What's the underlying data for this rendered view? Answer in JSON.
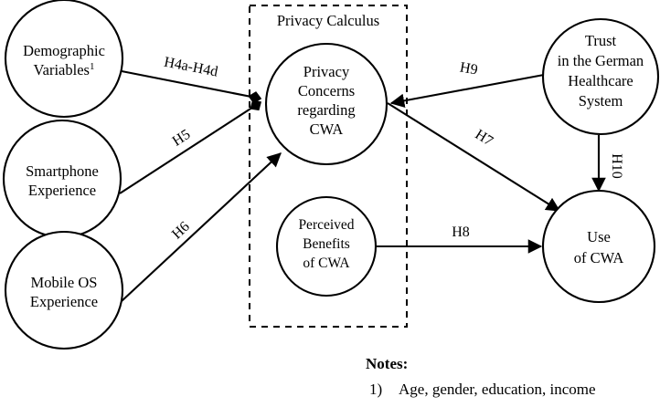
{
  "diagram": {
    "title_group": "Privacy Calculus",
    "nodes": [
      {
        "id": "demographic",
        "label_lines": [
          "Demographic",
          "Variables"
        ],
        "superscript": "1"
      },
      {
        "id": "smartphone",
        "label_lines": [
          "Smartphone",
          "Experience"
        ],
        "superscript": ""
      },
      {
        "id": "mobile_os",
        "label_lines": [
          "Mobile OS",
          "Experience"
        ],
        "superscript": ""
      },
      {
        "id": "privacy_concerns",
        "label_lines": [
          "Privacy",
          "Concerns",
          "regarding",
          "CWA"
        ],
        "superscript": ""
      },
      {
        "id": "perceived_benefits",
        "label_lines": [
          "Perceived",
          "Benefits",
          "of CWA"
        ],
        "superscript": ""
      },
      {
        "id": "trust",
        "label_lines": [
          "Trust",
          "in the German",
          "Healthcare",
          "System"
        ],
        "superscript": ""
      },
      {
        "id": "use_cwa",
        "label_lines": [
          "Use",
          "of CWA"
        ],
        "superscript": ""
      }
    ],
    "edges": [
      {
        "id": "h4",
        "label": "H4a-H4d",
        "from": "demographic",
        "to": "privacy_concerns"
      },
      {
        "id": "h5",
        "label": "H5",
        "from": "smartphone",
        "to": "privacy_concerns"
      },
      {
        "id": "h6",
        "label": "H6",
        "from": "mobile_os",
        "to": "privacy_concerns"
      },
      {
        "id": "h9",
        "label": "H9",
        "from": "trust",
        "to": "privacy_concerns"
      },
      {
        "id": "h7",
        "label": "H7",
        "from": "privacy_concerns",
        "to": "use_cwa"
      },
      {
        "id": "h8",
        "label": "H8",
        "from": "perceived_benefits",
        "to": "use_cwa"
      },
      {
        "id": "h10",
        "label": "H10",
        "from": "trust",
        "to": "use_cwa"
      }
    ]
  },
  "notes": {
    "heading": "Notes:",
    "items": [
      {
        "marker": "1)",
        "text": "Age, gender, education, income"
      }
    ]
  }
}
